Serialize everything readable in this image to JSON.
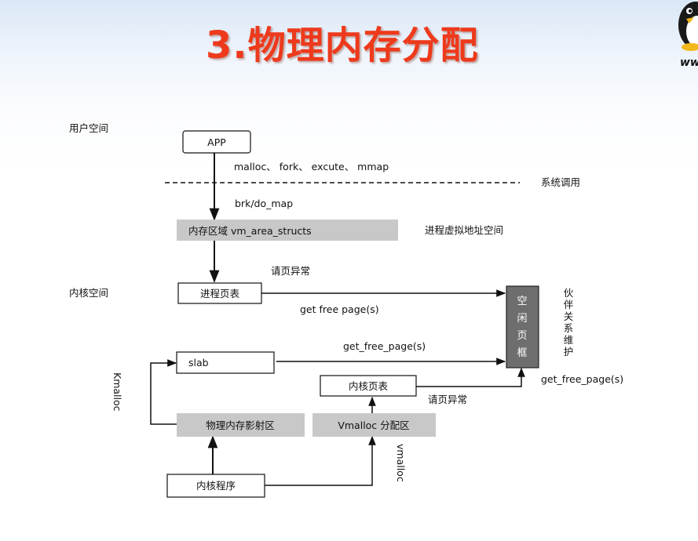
{
  "title": "3.物理内存分配",
  "logo": {
    "text": "ww",
    "icon": "tux-penguin-icon"
  },
  "diagram": {
    "user_space": "用户空间",
    "kernel_space": "内核空间",
    "app": "APP",
    "syscalls_label": "malloc、 fork、 excute、 mmap",
    "syscall": "系统调用",
    "brk": "brk/do_map",
    "vm_area": "内存区域  vm_area_structs",
    "process_vspace": "进程虚拟地址空间",
    "page_fault_1": "请页异常",
    "process_pagetable": "进程页表",
    "get_free_page_1": "get  free  page(s)",
    "free_frames": [
      "空",
      "闲",
      "页",
      "框"
    ],
    "buddy": [
      "伙",
      "伴",
      "关",
      "系",
      "维",
      "护"
    ],
    "slab": "slab",
    "get_free_page_2": "get_free_page(s)",
    "kmalloc": "Kmalloc",
    "kernel_pagetable": "内核页表",
    "get_free_page_3": "get_free_page(s)",
    "page_fault_2": "请页异常",
    "phys_map": "物理内存影射区",
    "vmalloc_area": "Vmalloc 分配区",
    "vmalloc": "vmalloc",
    "kernel_program": "内核程序"
  },
  "colors": {
    "title": "#ee3a1c",
    "gray_box": "#c8c8c8",
    "frame_box": "#6e6e6e"
  }
}
